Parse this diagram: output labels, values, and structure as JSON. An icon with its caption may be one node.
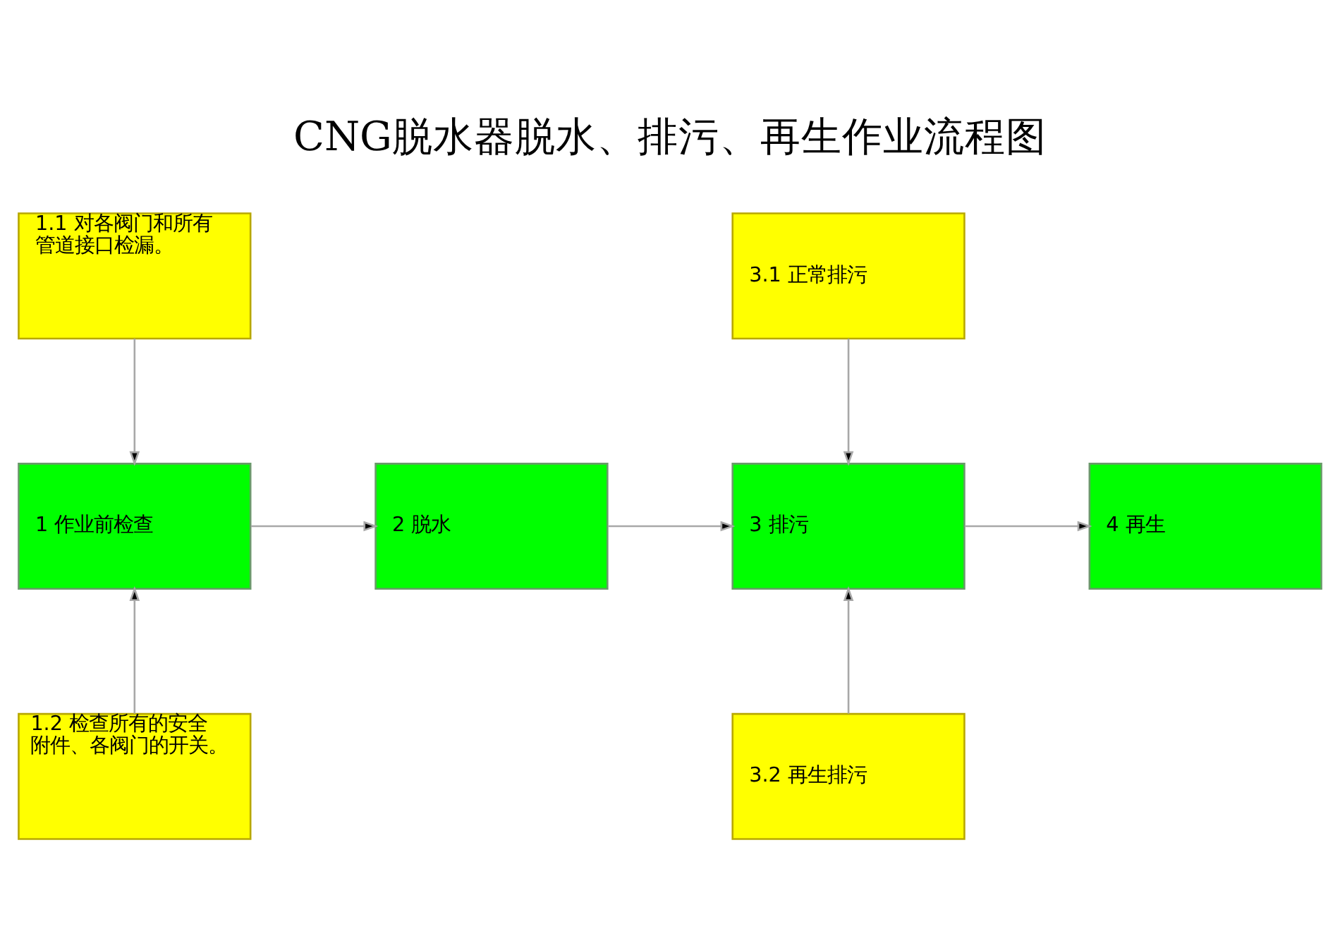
{
  "diagram": {
    "title": "CNG脱水器脱水、排污、再生作业流程图",
    "nodes": [
      {
        "text": [
          "1.1 对各阀门和所有管道接口检漏。"
        ]
      },
      {
        "text": [
          "3.1 正常排污"
        ]
      },
      {
        "text": [
          "1 作业前检查"
        ]
      },
      {
        "text": [
          "2 脱水"
        ]
      },
      {
        "text": [
          "3 排污"
        ]
      },
      {
        "text": [
          "4 再生"
        ]
      },
      {
        "text": [
          "1.2 检查所有的安全附件、各阀门的开关。"
        ]
      },
      {
        "text": [
          "3.2 再生排污"
        ]
      }
    ],
    "edges": [
      {
        "from": 0,
        "to": 2,
        "arrow": "to"
      },
      {
        "from": 1,
        "to": 4,
        "arrow": "to"
      },
      {
        "from": 2,
        "to": 3,
        "arrow": "to"
      },
      {
        "from": 3,
        "to": 4,
        "arrow": "to"
      },
      {
        "from": 4,
        "to": 5,
        "arrow": "to"
      },
      {
        "from": 6,
        "to": 2,
        "arrow": "to"
      },
      {
        "from": 7,
        "to": 4,
        "arrow": "to"
      }
    ]
  }
}
